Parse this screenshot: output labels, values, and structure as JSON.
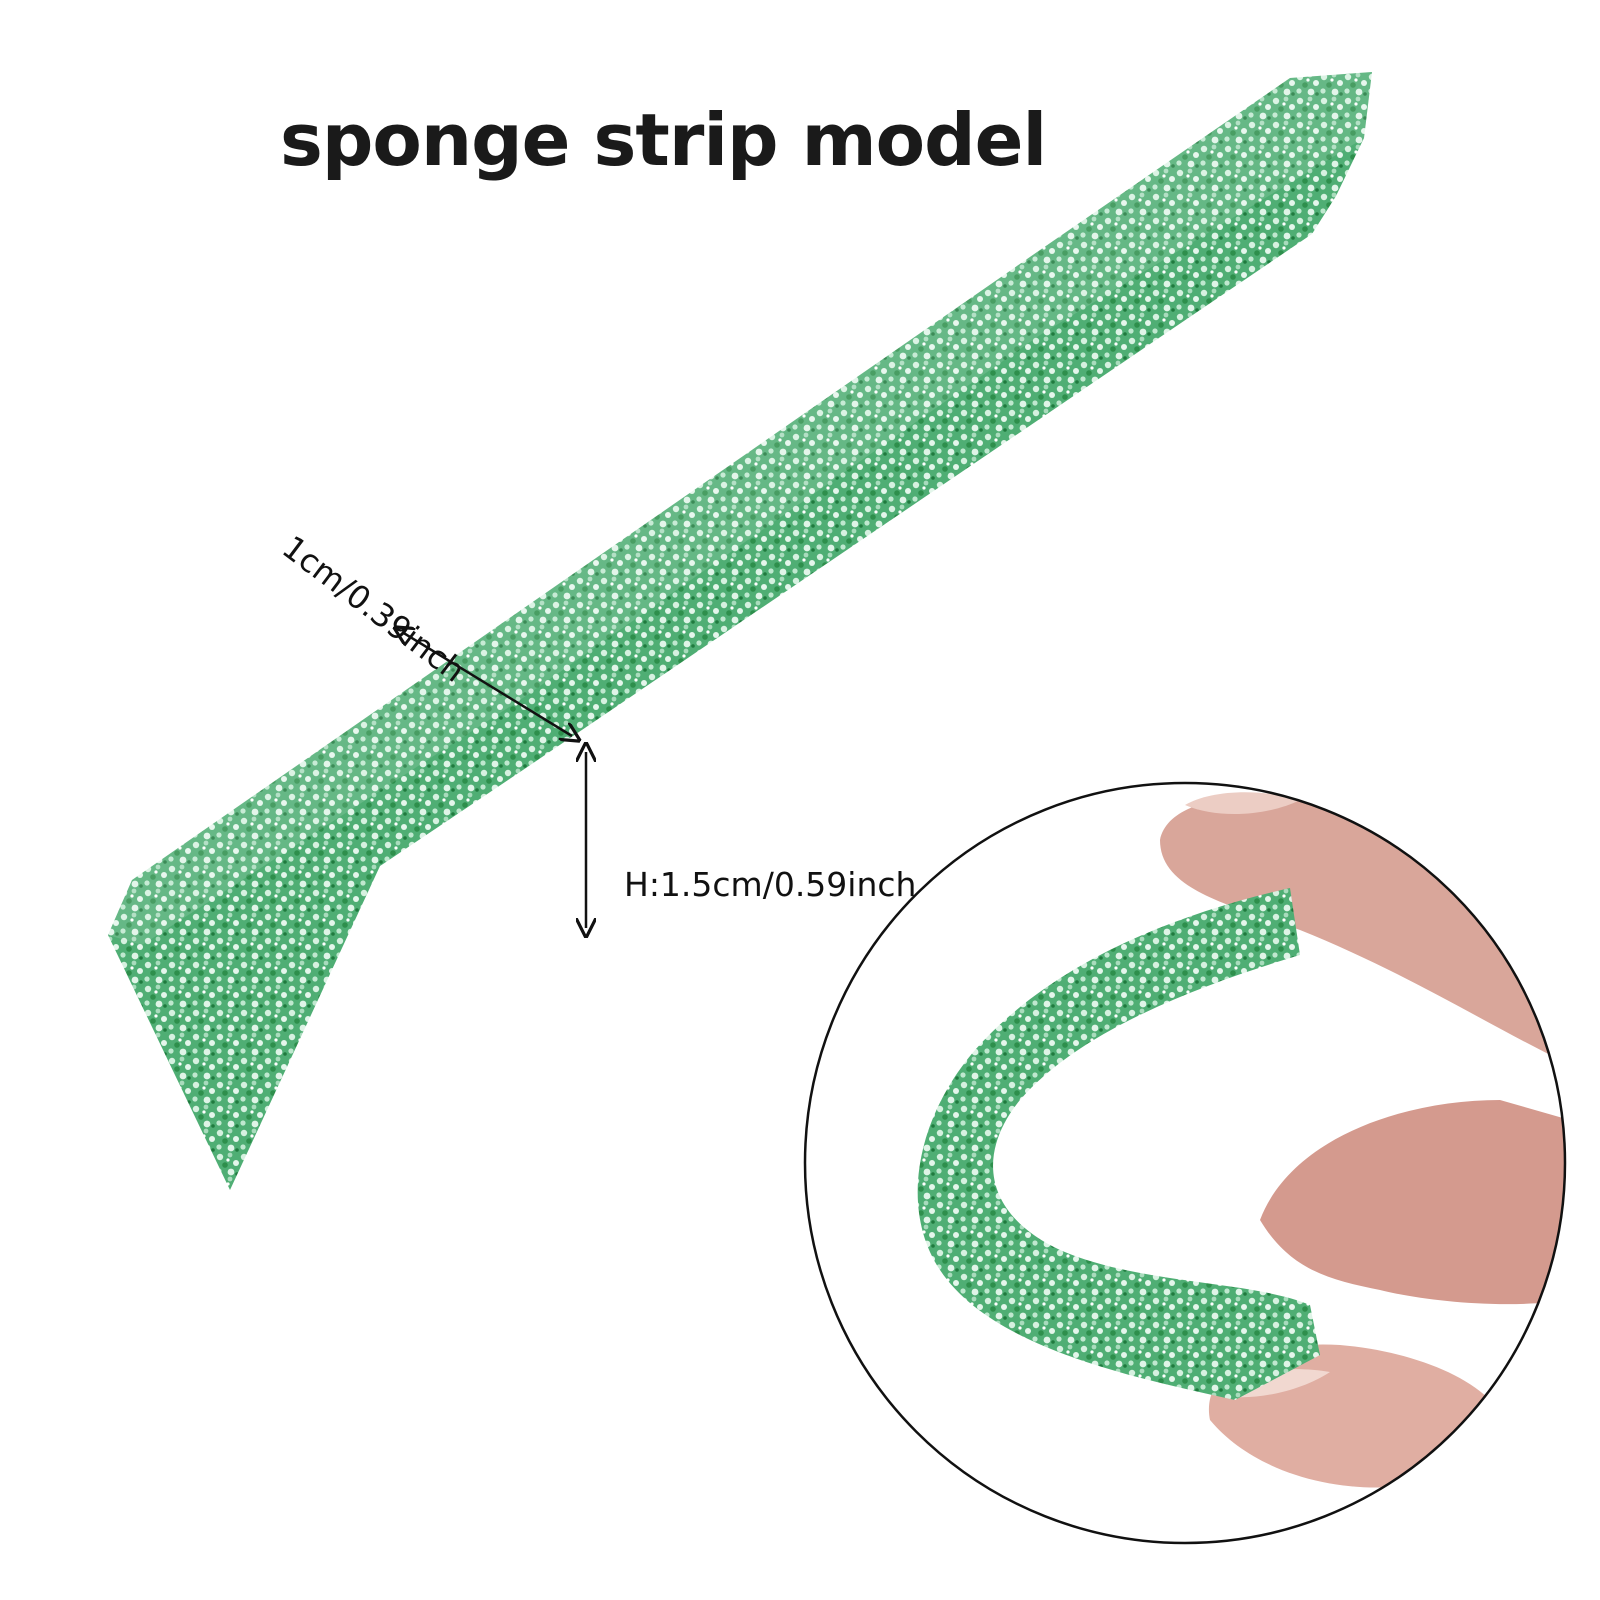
{
  "title": "sponge strip model",
  "dimensions": {
    "width_label": "1cm/0.39inch",
    "height_label": "H:1.5cm/0.59inch"
  },
  "colors": {
    "sponge_green": "#2f9a5a",
    "sponge_light": "#c9ecd6",
    "skin": "#d9a69a",
    "outline": "#111111"
  }
}
